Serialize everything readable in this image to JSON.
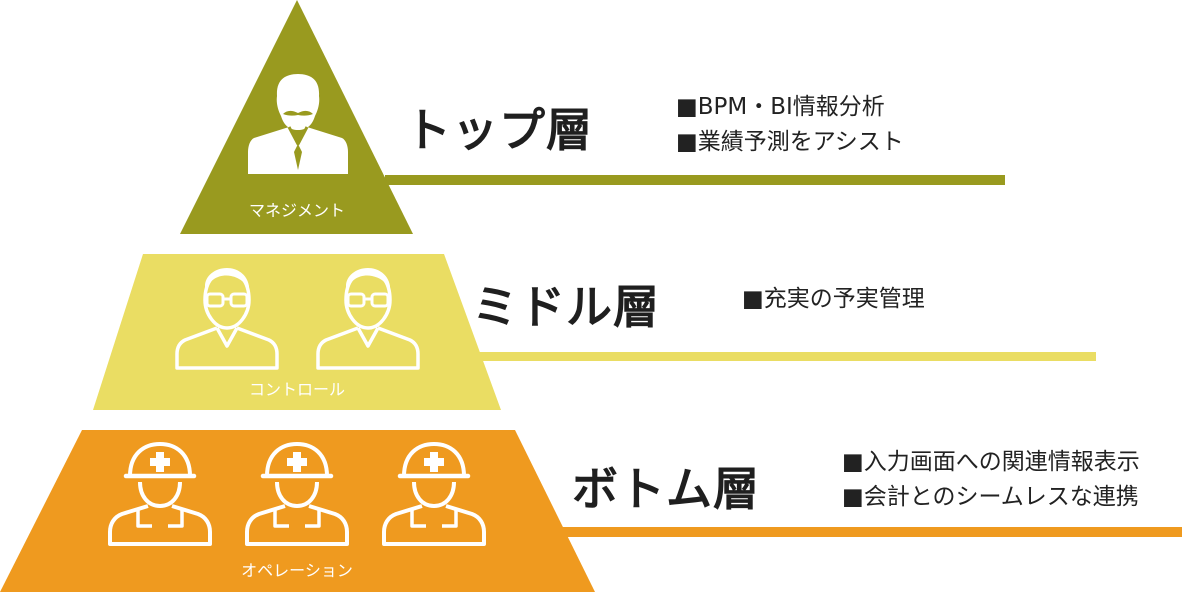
{
  "colors": {
    "top": "#999a1f",
    "middle": "#eadd63",
    "bottom": "#ef9a1f",
    "icon": "#ffffff"
  },
  "tiers": [
    {
      "id": "top",
      "title": "トップ層",
      "role": "マネジメント",
      "icon": "businessman-icon",
      "bullets": [
        "■BPM・BI情報分析",
        "■業績予測をアシスト"
      ]
    },
    {
      "id": "middle",
      "title": "ミドル層",
      "role": "コントロール",
      "icon": "person-with-glasses-icon",
      "bullets": [
        "■充実の予実管理"
      ]
    },
    {
      "id": "bottom",
      "title": "ボトム層",
      "role": "オペレーション",
      "icon": "worker-with-hardhat-icon",
      "bullets": [
        "■入力画面への関連情報表示",
        "■会計とのシームレスな連携"
      ]
    }
  ]
}
